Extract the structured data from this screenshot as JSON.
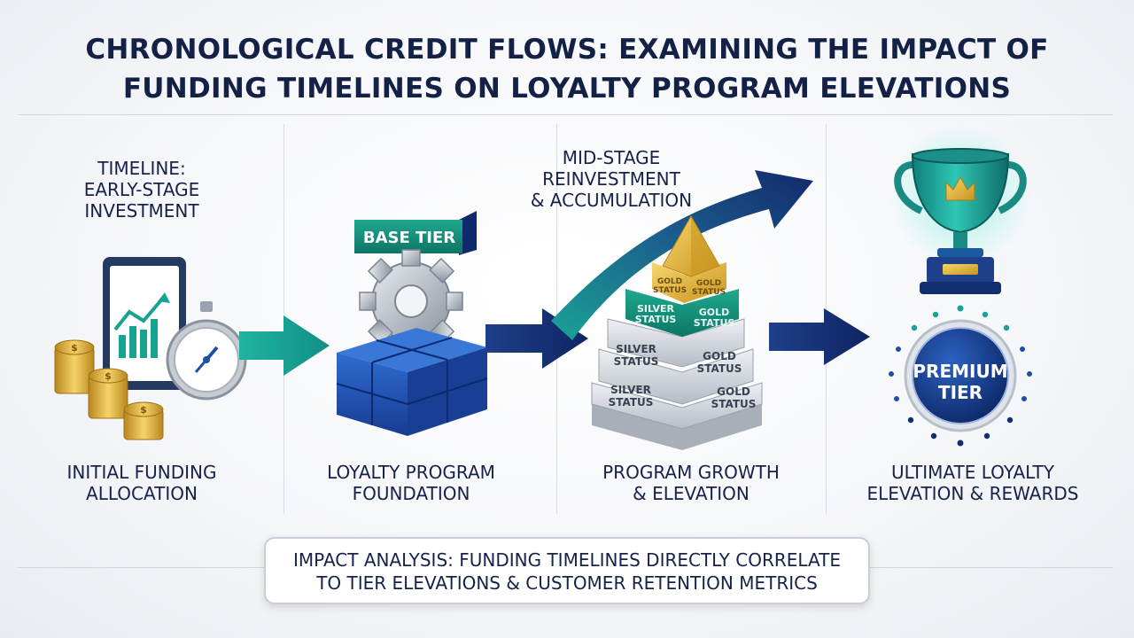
{
  "title": {
    "line1": "CHRONOLOGICAL CREDIT FLOWS: EXAMINING THE IMPACT OF",
    "line2": "FUNDING TIMELINES ON LOYALTY PROGRAM ELEVATIONS"
  },
  "stage1": {
    "top_line1": "TIMELINE:",
    "top_line2": "EARLY-STAGE",
    "top_line3": "INVESTMENT",
    "bottom_line1": "INITIAL FUNDING",
    "bottom_line2": "ALLOCATION"
  },
  "stage2": {
    "ribbon": "BASE TIER",
    "bottom_line1": "LOYALTY PROGRAM",
    "bottom_line2": "FOUNDATION"
  },
  "stage3": {
    "top_line1": "MID-STAGE",
    "top_line2": "REINVESTMENT",
    "top_line3": "& ACCUMULATION",
    "bottom_line1": "PROGRAM GROWTH",
    "bottom_line2": "& ELEVATION",
    "pyramid_labels": {
      "gold_left": [
        "GOLD",
        "STATUS"
      ],
      "gold_right": [
        "GOLD",
        "STATUS"
      ],
      "silver_teal": [
        "SILVER",
        "STATUS"
      ],
      "gold_teal": [
        "GOLD",
        "STATUS"
      ],
      "silver_mid": [
        "SILVER",
        "STATUS"
      ],
      "gold_mid": [
        "GOLD",
        "STATUS"
      ],
      "silver_low": [
        "SILVER",
        "STATUS"
      ],
      "gold_low": [
        "GOLD",
        "STATUS"
      ]
    }
  },
  "stage4": {
    "badge_line1": "PREMIUM",
    "badge_line2": "TIER",
    "bottom_line1": "ULTIMATE LOYALTY",
    "bottom_line2": "ELEVATION & REWARDS"
  },
  "impact": {
    "line1": "IMPACT ANALYSIS: FUNDING TIMELINES DIRECTLY CORRELATE",
    "line2": "TO TIER ELEVATIONS & CUSTOMER RETENTION METRICS"
  },
  "icons": [
    "coin-stack-icon",
    "tablet-chart-icon",
    "stopwatch-icon",
    "gear-icon",
    "cube-stack-icon",
    "pyramid-icon",
    "trophy-icon",
    "crown-icon",
    "star-icon"
  ],
  "colors": {
    "navy": "#132146",
    "teal": "#1aa395",
    "blue": "#1f4fa8",
    "gold": "#e2b43a"
  }
}
